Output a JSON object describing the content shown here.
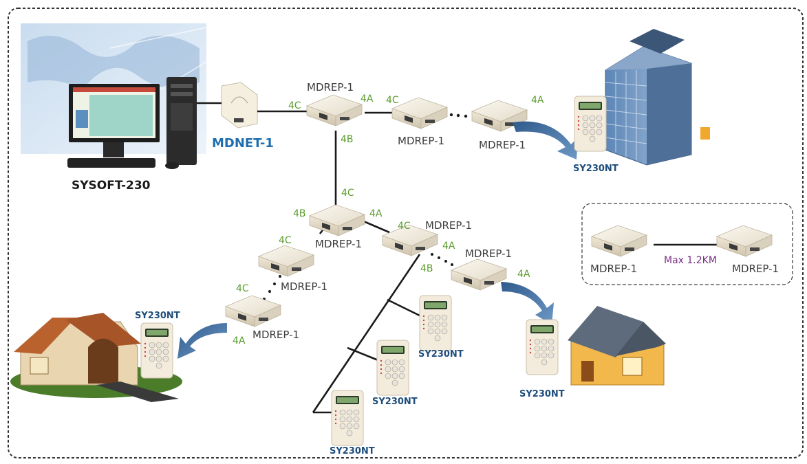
{
  "labels": {
    "pc": "SYSOFT-230",
    "mdnet": "MDNET-1",
    "mdrep": "MDREP-1",
    "terminal": "SY230NT",
    "port_a": "4A",
    "port_b": "4B",
    "port_c": "4C",
    "max_distance": "Max 1.2KM"
  },
  "colors": {
    "port_label": "#5b9c2e",
    "terminal_label": "#1e4d7c",
    "mdnet_label": "#1f6fb0",
    "max_label": "#7a2f82",
    "line": "#1a1a1a",
    "arrow": "#3e6d9e"
  }
}
